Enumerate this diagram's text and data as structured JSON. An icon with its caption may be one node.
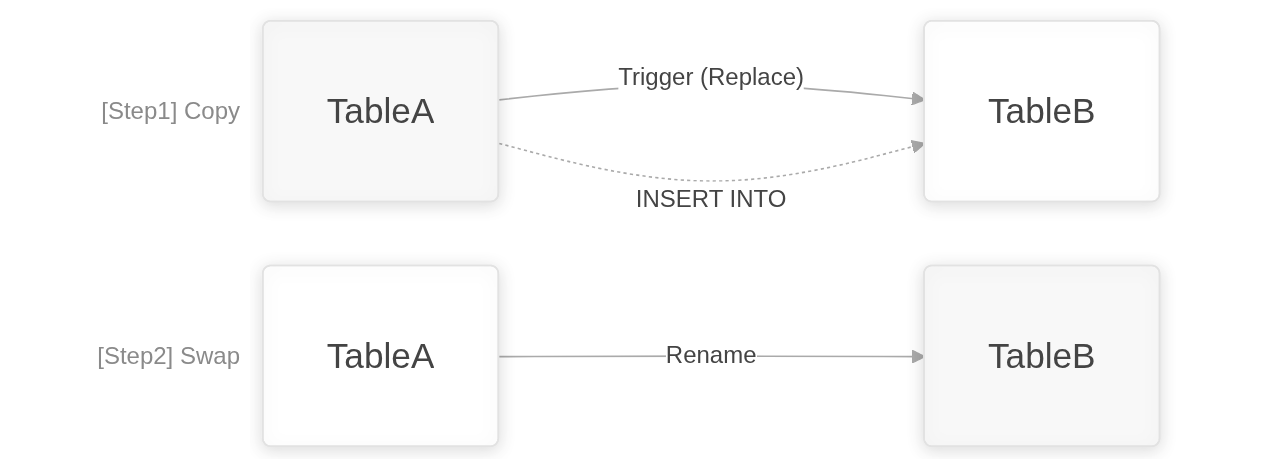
{
  "diagram": {
    "nodes": [
      {
        "text": [
          "TableA"
        ]
      },
      {
        "text": [
          "TableB"
        ]
      },
      {
        "text": [
          "TableA"
        ]
      },
      {
        "text": [
          "TableB"
        ]
      }
    ],
    "edges": [
      {
        "from": 0,
        "to": 1,
        "arrow": "to",
        "label": "Trigger (Replace)"
      },
      {
        "from": 0,
        "to": 1,
        "arrow": "to",
        "label": "INSERT INTO",
        "style": "dashed"
      },
      {
        "from": 2,
        "to": 3,
        "arrow": "to",
        "label": "Rename"
      }
    ],
    "labels": [
      "[Step1] Copy",
      "[Step2] Swap"
    ]
  }
}
